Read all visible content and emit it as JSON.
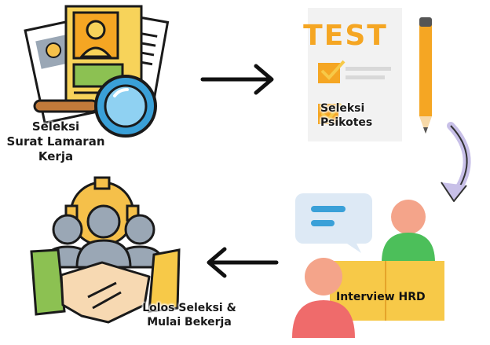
{
  "steps": [
    {
      "lines": [
        "Seleksi",
        "Surat Lamaran",
        "Kerja"
      ]
    },
    {
      "lines": [
        "Seleksi",
        "Psikotes"
      ]
    },
    {
      "lines": [
        "Interview HRD"
      ]
    },
    {
      "lines": [
        "Lolos Seleksi &",
        "Mulai Bekerja"
      ]
    }
  ],
  "test_paper": {
    "heading": "TEST"
  },
  "colors": {
    "orange": "#f5a623",
    "yellow": "#f7c948",
    "blue": "#3aa0d8",
    "green": "#4cbf5a",
    "red": "#ef6b6b",
    "gray": "#8a96a3",
    "purple_arrow": "#c8c0e8"
  },
  "icons": [
    "documents-magnifier-icon",
    "test-paper-pencil-icon",
    "interview-chat-icon",
    "handshake-team-icon"
  ]
}
